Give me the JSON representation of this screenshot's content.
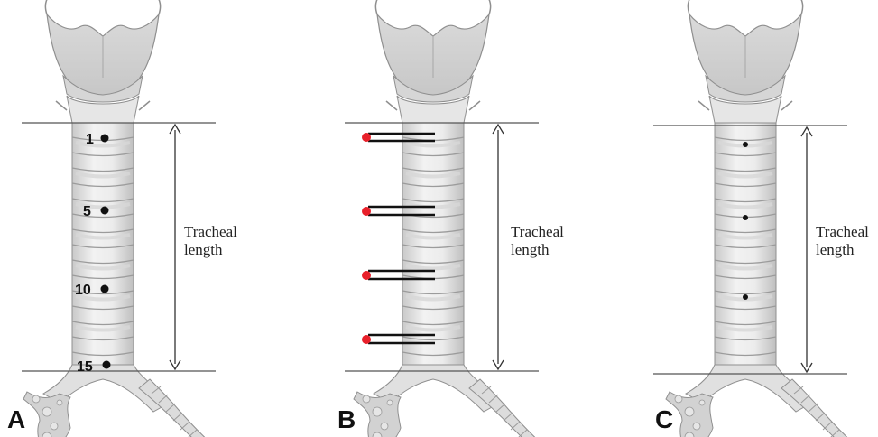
{
  "panels": [
    {
      "letter": "A",
      "length_label_line1": "Tracheal",
      "length_label_line2": "length",
      "ring_labels": [
        "1",
        "5",
        "10",
        "15"
      ],
      "marker_style": "numbered-dots"
    },
    {
      "letter": "B",
      "length_label_line1": "Tracheal",
      "length_label_line2": "length",
      "ring_labels": [],
      "marker_style": "needle-pins"
    },
    {
      "letter": "C",
      "length_label_line1": "Tracheal",
      "length_label_line2": "length",
      "ring_labels": [],
      "marker_style": "small-dots"
    }
  ],
  "colors": {
    "cartilage_fill": "#e3e3e3",
    "cartilage_dark": "#bdbdbd",
    "outline": "#8f8f8f",
    "marker_red": "#e8202a",
    "marker_black": "#111111"
  }
}
